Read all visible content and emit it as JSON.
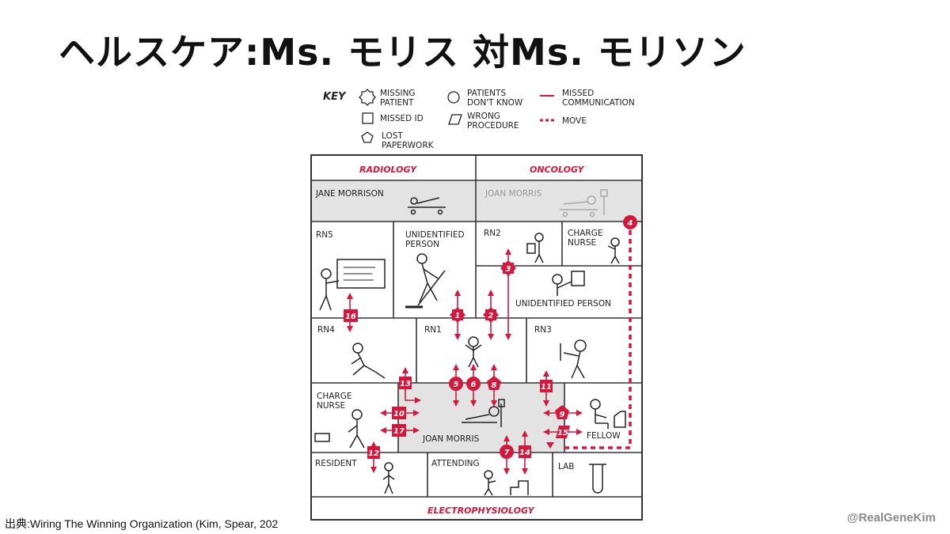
{
  "title": "ヘルスケア:Ms. モリス 対Ms. モリソン",
  "source": "出典:Wiring The Winning Organization (Kim, Spear, 202",
  "handle": "@RealGeneKim",
  "colors": {
    "accent": "#d6173b",
    "shaded": "#e3e3e3",
    "line": "#333333"
  },
  "key": {
    "label": "KEY",
    "items": [
      {
        "icon": "missing-patient-icon",
        "line1": "MISSING",
        "line2": "PATIENT"
      },
      {
        "icon": "patients-dont-know-icon",
        "line1": "PATIENTS",
        "line2": "DON'T KNOW"
      },
      {
        "icon": "missed-communication-icon",
        "line1": "MISSED",
        "line2": "COMMUNICATION"
      },
      {
        "icon": "missed-id-icon",
        "line1": "MISSED ID",
        "line2": ""
      },
      {
        "icon": "wrong-procedure-icon",
        "line1": "WRONG",
        "line2": "PROCEDURE"
      },
      {
        "icon": "move-icon",
        "line1": "MOVE",
        "line2": ""
      },
      {
        "icon": "lost-paperwork-icon",
        "line1": "LOST",
        "line2": "PAPERWORK"
      }
    ]
  },
  "departments": {
    "radiology": "RADIOLOGY",
    "oncology": "ONCOLOGY",
    "electrophysiology": "ELECTROPHYSIOLOGY"
  },
  "rooms": {
    "jane_morrison": "JANE MORRISON",
    "joan_morris_oncology": "JOAN MORRIS",
    "rn5": "RN5",
    "unidentified_person_line1": "UNIDENTIFIED",
    "unidentified_person_line2": "PERSON",
    "rn2": "RN2",
    "charge_nurse_oncology_line1": "CHARGE",
    "charge_nurse_oncology_line2": "NURSE",
    "unidentified_person_oncology": "UNIDENTIFIED PERSON",
    "rn4": "RN4",
    "rn1": "RN1",
    "rn3": "RN3",
    "charge_nurse_line1": "CHARGE",
    "charge_nurse_line2": "NURSE",
    "joan_morris_ep": "JOAN MORRIS",
    "fellow": "FELLOW",
    "resident": "RESIDENT",
    "attending": "ATTENDING",
    "lab": "LAB"
  },
  "badges": [
    "1",
    "2",
    "3",
    "4",
    "5",
    "6",
    "7",
    "8",
    "9",
    "10",
    "11",
    "12",
    "13",
    "14",
    "15",
    "16",
    "17"
  ]
}
